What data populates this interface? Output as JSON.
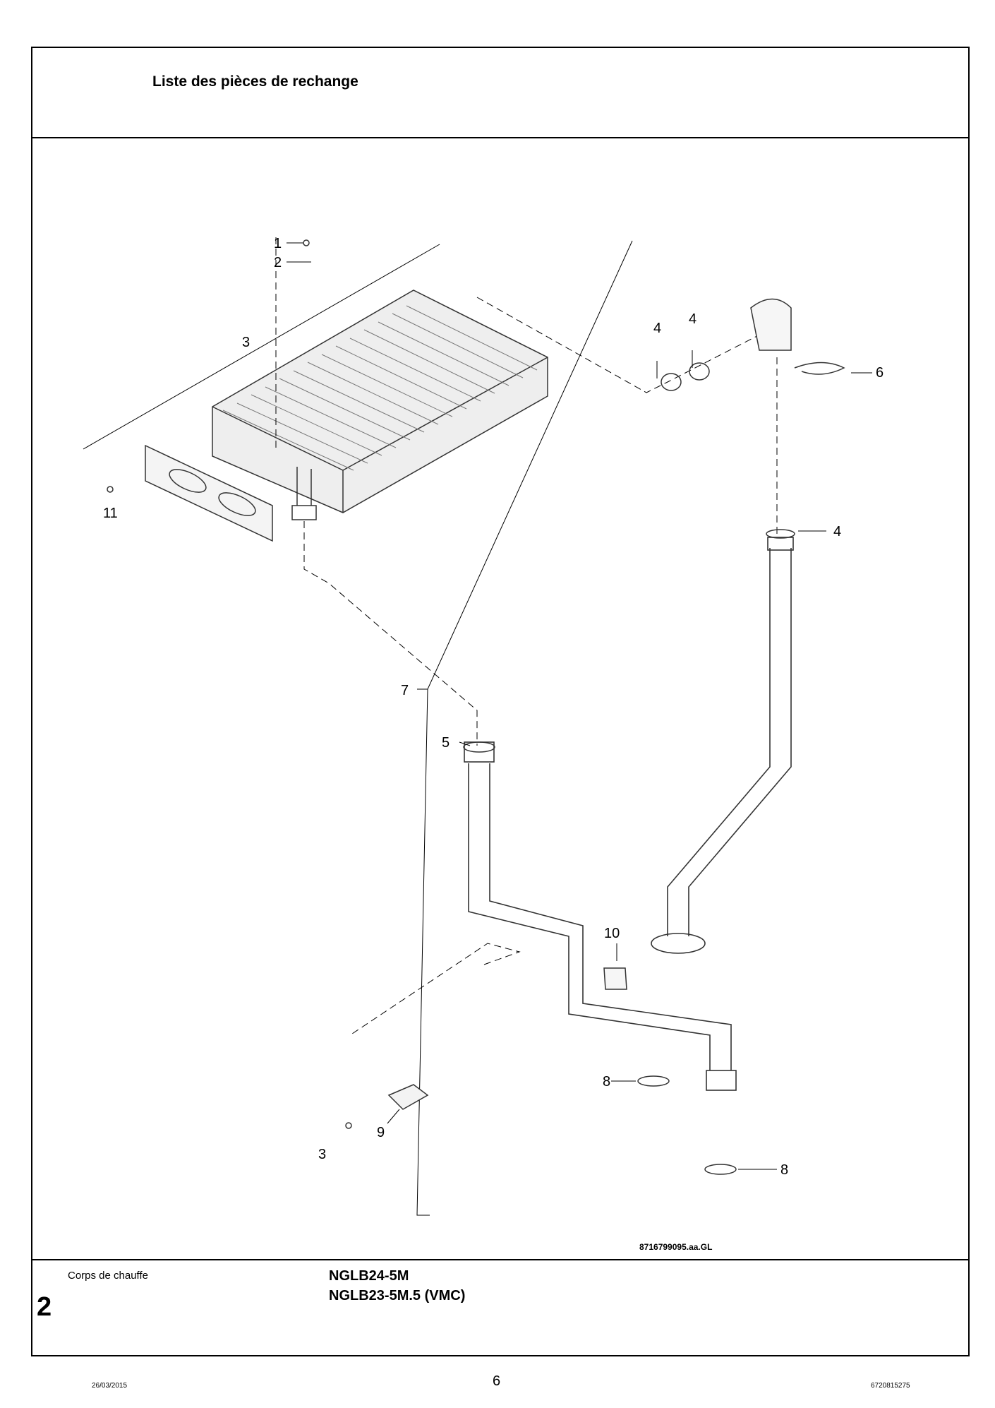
{
  "header": {
    "title": "Liste des pièces de rechange"
  },
  "drawing": {
    "ref_code": "8716799095.aa.GL",
    "callouts": [
      "1",
      "2",
      "3",
      "4",
      "4",
      "4",
      "5",
      "6",
      "7",
      "8",
      "8",
      "9",
      "10",
      "11",
      "3"
    ]
  },
  "footer": {
    "section_label": "Corps de chauffe",
    "chapter_number": "2",
    "model_1": "NGLB24-5M",
    "model_2": "NGLB23-5M.5 (VMC)",
    "date": "26/03/2015",
    "page": "6",
    "doc_number": "6720815275"
  }
}
